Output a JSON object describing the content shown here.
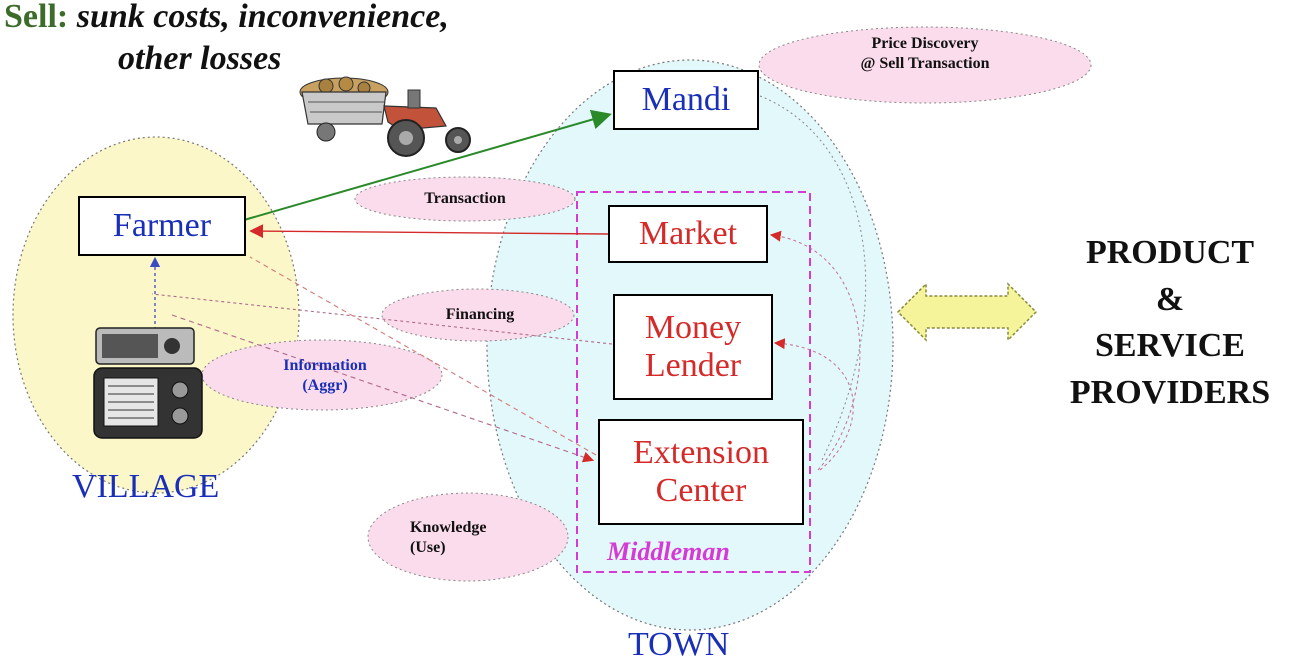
{
  "header": {
    "lead": "Sell:",
    "line1": "sunk costs, inconvenience,",
    "line2": "other losses"
  },
  "nodes": {
    "farmer": "Farmer",
    "mandi": "Mandi",
    "market": "Market",
    "money_lender": [
      "Money",
      "Lender"
    ],
    "extension_center": [
      "Extension",
      "Center"
    ]
  },
  "regions": {
    "village": "VILLAGE",
    "town": "TOWN",
    "middleman": "Middleman"
  },
  "bubbles": {
    "price_discovery": [
      "Price Discovery",
      "@ Sell Transaction"
    ],
    "transaction": "Transaction",
    "financing": "Financing",
    "information": [
      "Information",
      "(Aggr)"
    ],
    "knowledge": [
      "Knowledge",
      "(Use)"
    ]
  },
  "providers": [
    "PRODUCT",
    "&",
    "SERVICE",
    "PROVIDERS"
  ],
  "icons": [
    "tractor-icon",
    "radio-icon",
    "double-arrow-icon"
  ],
  "colors": {
    "header_green": "#3d6b2a",
    "farmer_blue": "#1a2fb8",
    "town_red": "#d42a2a",
    "middleman_magenta": "#d63ad6",
    "village_fill": "#fbf7c8",
    "town_fill": "#e3f8fb",
    "bubble_fill": "#fbdcec",
    "mandi_arrow": "#2a8a2a",
    "arrow_yellow": "#f6f49a"
  }
}
